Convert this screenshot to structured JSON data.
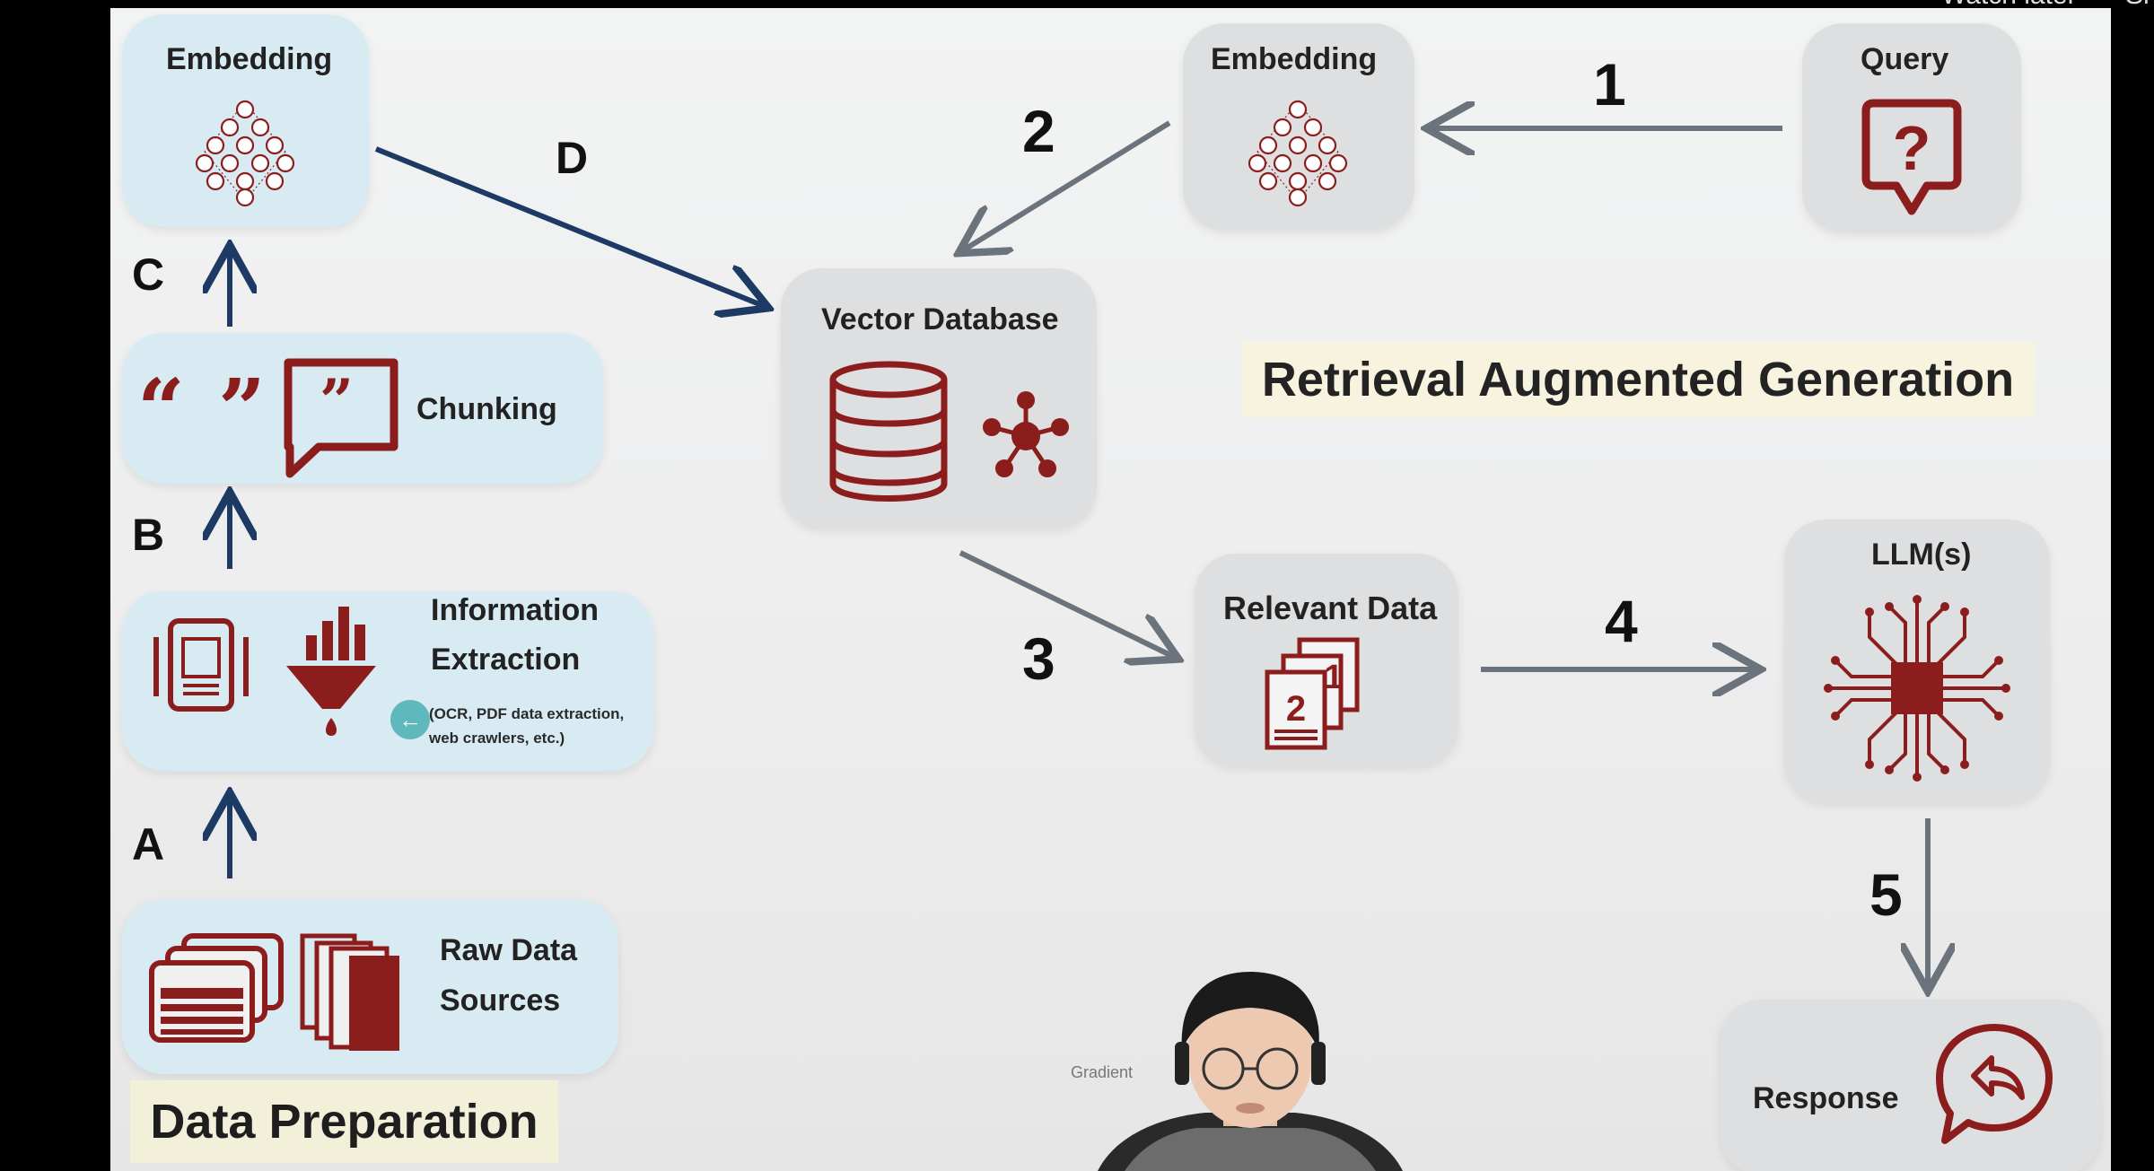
{
  "video": {
    "watch_later_label": "Watch later",
    "share_label": "Sh"
  },
  "diagram": {
    "title_rag": "Retrieval Augmented Generation",
    "title_prep": "Data Preparation",
    "nodes": {
      "embedding_left": "Embedding",
      "embedding_right": "Embedding",
      "query": "Query",
      "vector_db": "Vector Database",
      "chunking": "Chunking",
      "info_extraction_line1": "Information",
      "info_extraction_line2": "Extraction",
      "info_extraction_note_line1": "(OCR, PDF data extraction,",
      "info_extraction_note_line2": "web crawlers, etc.)",
      "raw_sources_line1": "Raw Data",
      "raw_sources_line2": "Sources",
      "relevant_data": "Relevant Data",
      "llms": "LLM(s)",
      "response": "Response"
    },
    "steps": {
      "s1": "1",
      "s2": "2",
      "s3": "3",
      "s4": "4",
      "s5": "5",
      "a": "A",
      "b": "B",
      "c": "C",
      "d": "D"
    },
    "colors": {
      "accent": "#8c1d1d",
      "navy": "#1c3a64",
      "slate": "#6b737c"
    }
  },
  "presenter": {
    "watermark": "Gradient"
  }
}
